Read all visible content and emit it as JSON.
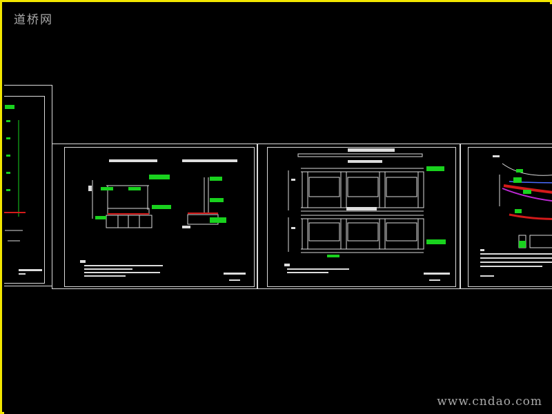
{
  "watermarks": {
    "logo": "道桥网",
    "site": "www.cndao.com"
  },
  "colors": {
    "background": "#000000",
    "border": "#f2e600",
    "line": "#ffffff",
    "annotation": "#19d21e",
    "accent_red": "#d41a1a",
    "magenta": "#c02ad8",
    "blue": "#4a6cff"
  },
  "drawing_sheets": [
    {
      "id": "sheet-1",
      "title": "",
      "visible": "partial"
    },
    {
      "id": "sheet-2",
      "title": "",
      "visible": "full"
    },
    {
      "id": "sheet-3",
      "title": "",
      "visible": "full"
    },
    {
      "id": "sheet-4",
      "title": "",
      "visible": "partial"
    }
  ]
}
